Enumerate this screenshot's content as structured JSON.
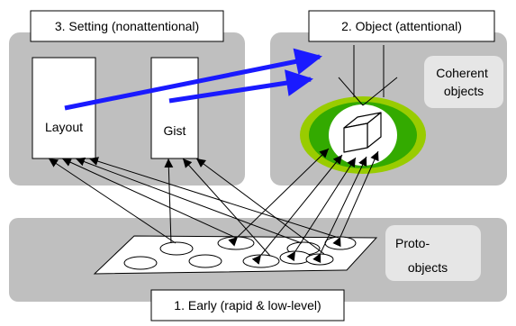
{
  "labels": {
    "setting": "3. Setting (nonattentional)",
    "object": "2. Object (attentional)",
    "early": "1. Early (rapid & low-level)",
    "layout": "Layout",
    "gist": "Gist",
    "coherent_line1": "Coherent",
    "coherent_line2": "objects",
    "proto_line1": "Proto-",
    "proto_line2": "objects"
  },
  "colors": {
    "panel_gray": "#bfbfbf",
    "label_gray": "#e6e6e6",
    "arrow_blue": "#1a1aff",
    "halo_outer": "#99cc00",
    "halo_inner": "#33aa00",
    "stroke": "#000000",
    "fill_white": "#ffffff"
  },
  "icons": {
    "object": "cube-icon"
  }
}
